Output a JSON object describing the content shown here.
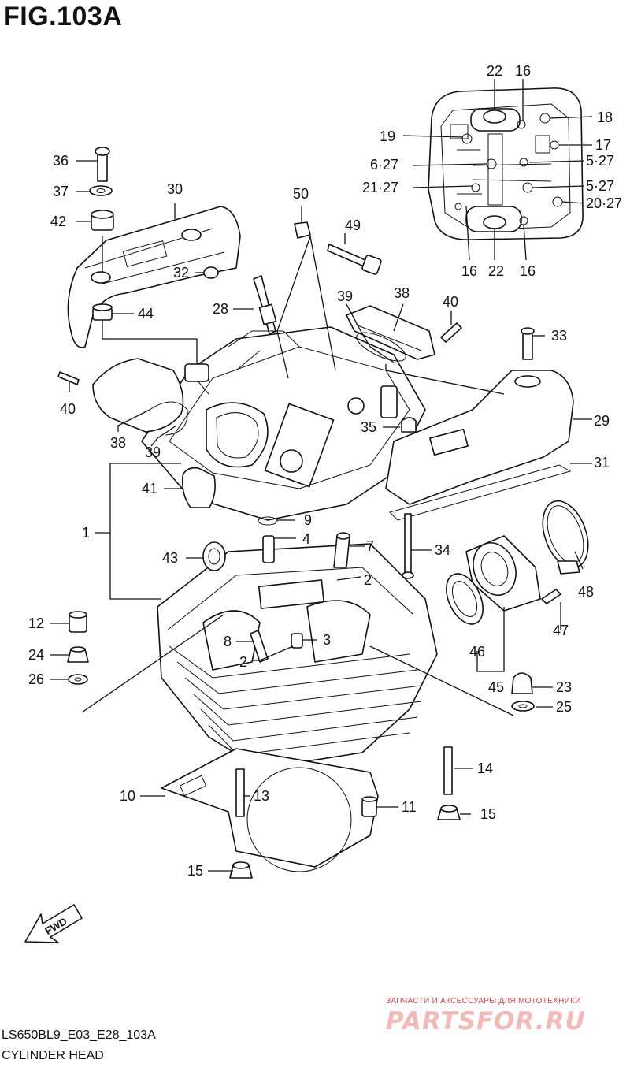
{
  "figure": {
    "title": "FIG.103A",
    "model_code": "LS650BL9_E03_E28_103A",
    "section_name": "CYLINDER HEAD"
  },
  "watermark": {
    "tagline": "ЗАПЧАСТИ И АКСЕССУАРЫ ДЛЯ МОТОТЕХНИКИ",
    "logo": "PARTSFOR.RU"
  },
  "fwd_arrow": {
    "label": "FWD"
  },
  "callouts": {
    "c22a": "22",
    "c16a": "16",
    "c18": "18",
    "c19": "19",
    "c17": "17",
    "c6_27": "6·27",
    "c5_27a": "5·27",
    "c21_27": "21·27",
    "c5_27b": "5·27",
    "c20_27": "20·27",
    "c16b": "16",
    "c22b": "22",
    "c16c": "16",
    "c36": "36",
    "c37": "37",
    "c42": "42",
    "c30": "30",
    "c50": "50",
    "c49": "49",
    "c32": "32",
    "c44": "44",
    "c28": "28",
    "c39a": "39",
    "c38a": "38",
    "c40a": "40",
    "c33": "33",
    "c40b": "40",
    "c35": "35",
    "c29": "29",
    "c38b": "38",
    "c39b": "39",
    "c31": "31",
    "c41": "41",
    "c9": "9",
    "c1": "1",
    "c4": "4",
    "c7": "7",
    "c43": "43",
    "c2a": "2",
    "c34": "34",
    "c48": "48",
    "c8": "8",
    "c3": "3",
    "c2b": "2",
    "c12": "12",
    "c47": "47",
    "c24": "24",
    "c46": "46",
    "c26": "26",
    "c45": "45",
    "c23": "23",
    "c25": "25",
    "c14": "14",
    "c10": "10",
    "c13": "13",
    "c11": "11",
    "c15a": "15",
    "c15b": "15"
  }
}
